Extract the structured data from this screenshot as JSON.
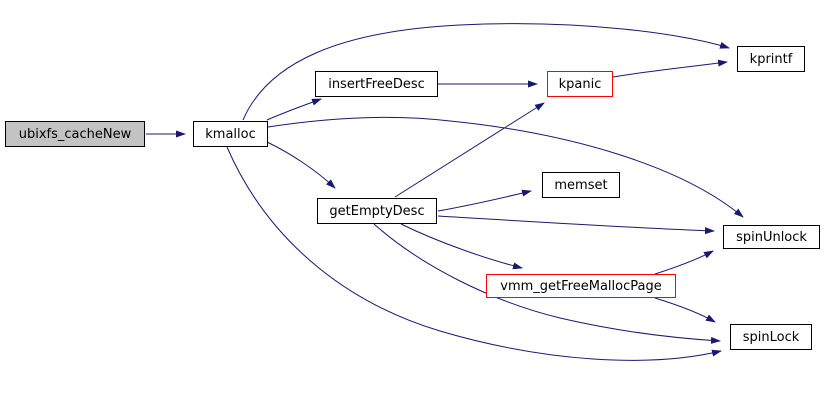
{
  "diagram": {
    "type": "call-graph",
    "colors": {
      "edge": "#191970",
      "node_border": "#000000",
      "node_fill": "#ffffff",
      "focus_node_fill": "#c3c3c3",
      "highlight_border": "#ff0000",
      "text": "#000000",
      "background": "#ffffff"
    },
    "nodes": [
      {
        "id": "ubixfs_cacheNew",
        "label": "ubixfs_cacheNew",
        "style": "focus"
      },
      {
        "id": "kmalloc",
        "label": "kmalloc",
        "style": "normal"
      },
      {
        "id": "insertFreeDesc",
        "label": "insertFreeDesc",
        "style": "normal"
      },
      {
        "id": "kpanic",
        "label": "kpanic",
        "style": "red"
      },
      {
        "id": "kprintf",
        "label": "kprintf",
        "style": "normal"
      },
      {
        "id": "getEmptyDesc",
        "label": "getEmptyDesc",
        "style": "normal"
      },
      {
        "id": "memset",
        "label": "memset",
        "style": "normal"
      },
      {
        "id": "spinUnlock",
        "label": "spinUnlock",
        "style": "normal"
      },
      {
        "id": "vmm_getFreeMallocPage",
        "label": "vmm_getFreeMallocPage",
        "style": "red"
      },
      {
        "id": "spinLock",
        "label": "spinLock",
        "style": "normal"
      }
    ],
    "edges": [
      {
        "from": "ubixfs_cacheNew",
        "to": "kmalloc"
      },
      {
        "from": "kmalloc",
        "to": "kprintf"
      },
      {
        "from": "kmalloc",
        "to": "insertFreeDesc"
      },
      {
        "from": "kmalloc",
        "to": "spinUnlock"
      },
      {
        "from": "kmalloc",
        "to": "getEmptyDesc"
      },
      {
        "from": "kmalloc",
        "to": "spinLock"
      },
      {
        "from": "insertFreeDesc",
        "to": "kpanic"
      },
      {
        "from": "kpanic",
        "to": "kprintf"
      },
      {
        "from": "getEmptyDesc",
        "to": "kpanic"
      },
      {
        "from": "getEmptyDesc",
        "to": "memset"
      },
      {
        "from": "getEmptyDesc",
        "to": "spinUnlock"
      },
      {
        "from": "getEmptyDesc",
        "to": "vmm_getFreeMallocPage"
      },
      {
        "from": "getEmptyDesc",
        "to": "spinLock"
      },
      {
        "from": "vmm_getFreeMallocPage",
        "to": "spinUnlock"
      },
      {
        "from": "vmm_getFreeMallocPage",
        "to": "spinLock"
      }
    ]
  }
}
